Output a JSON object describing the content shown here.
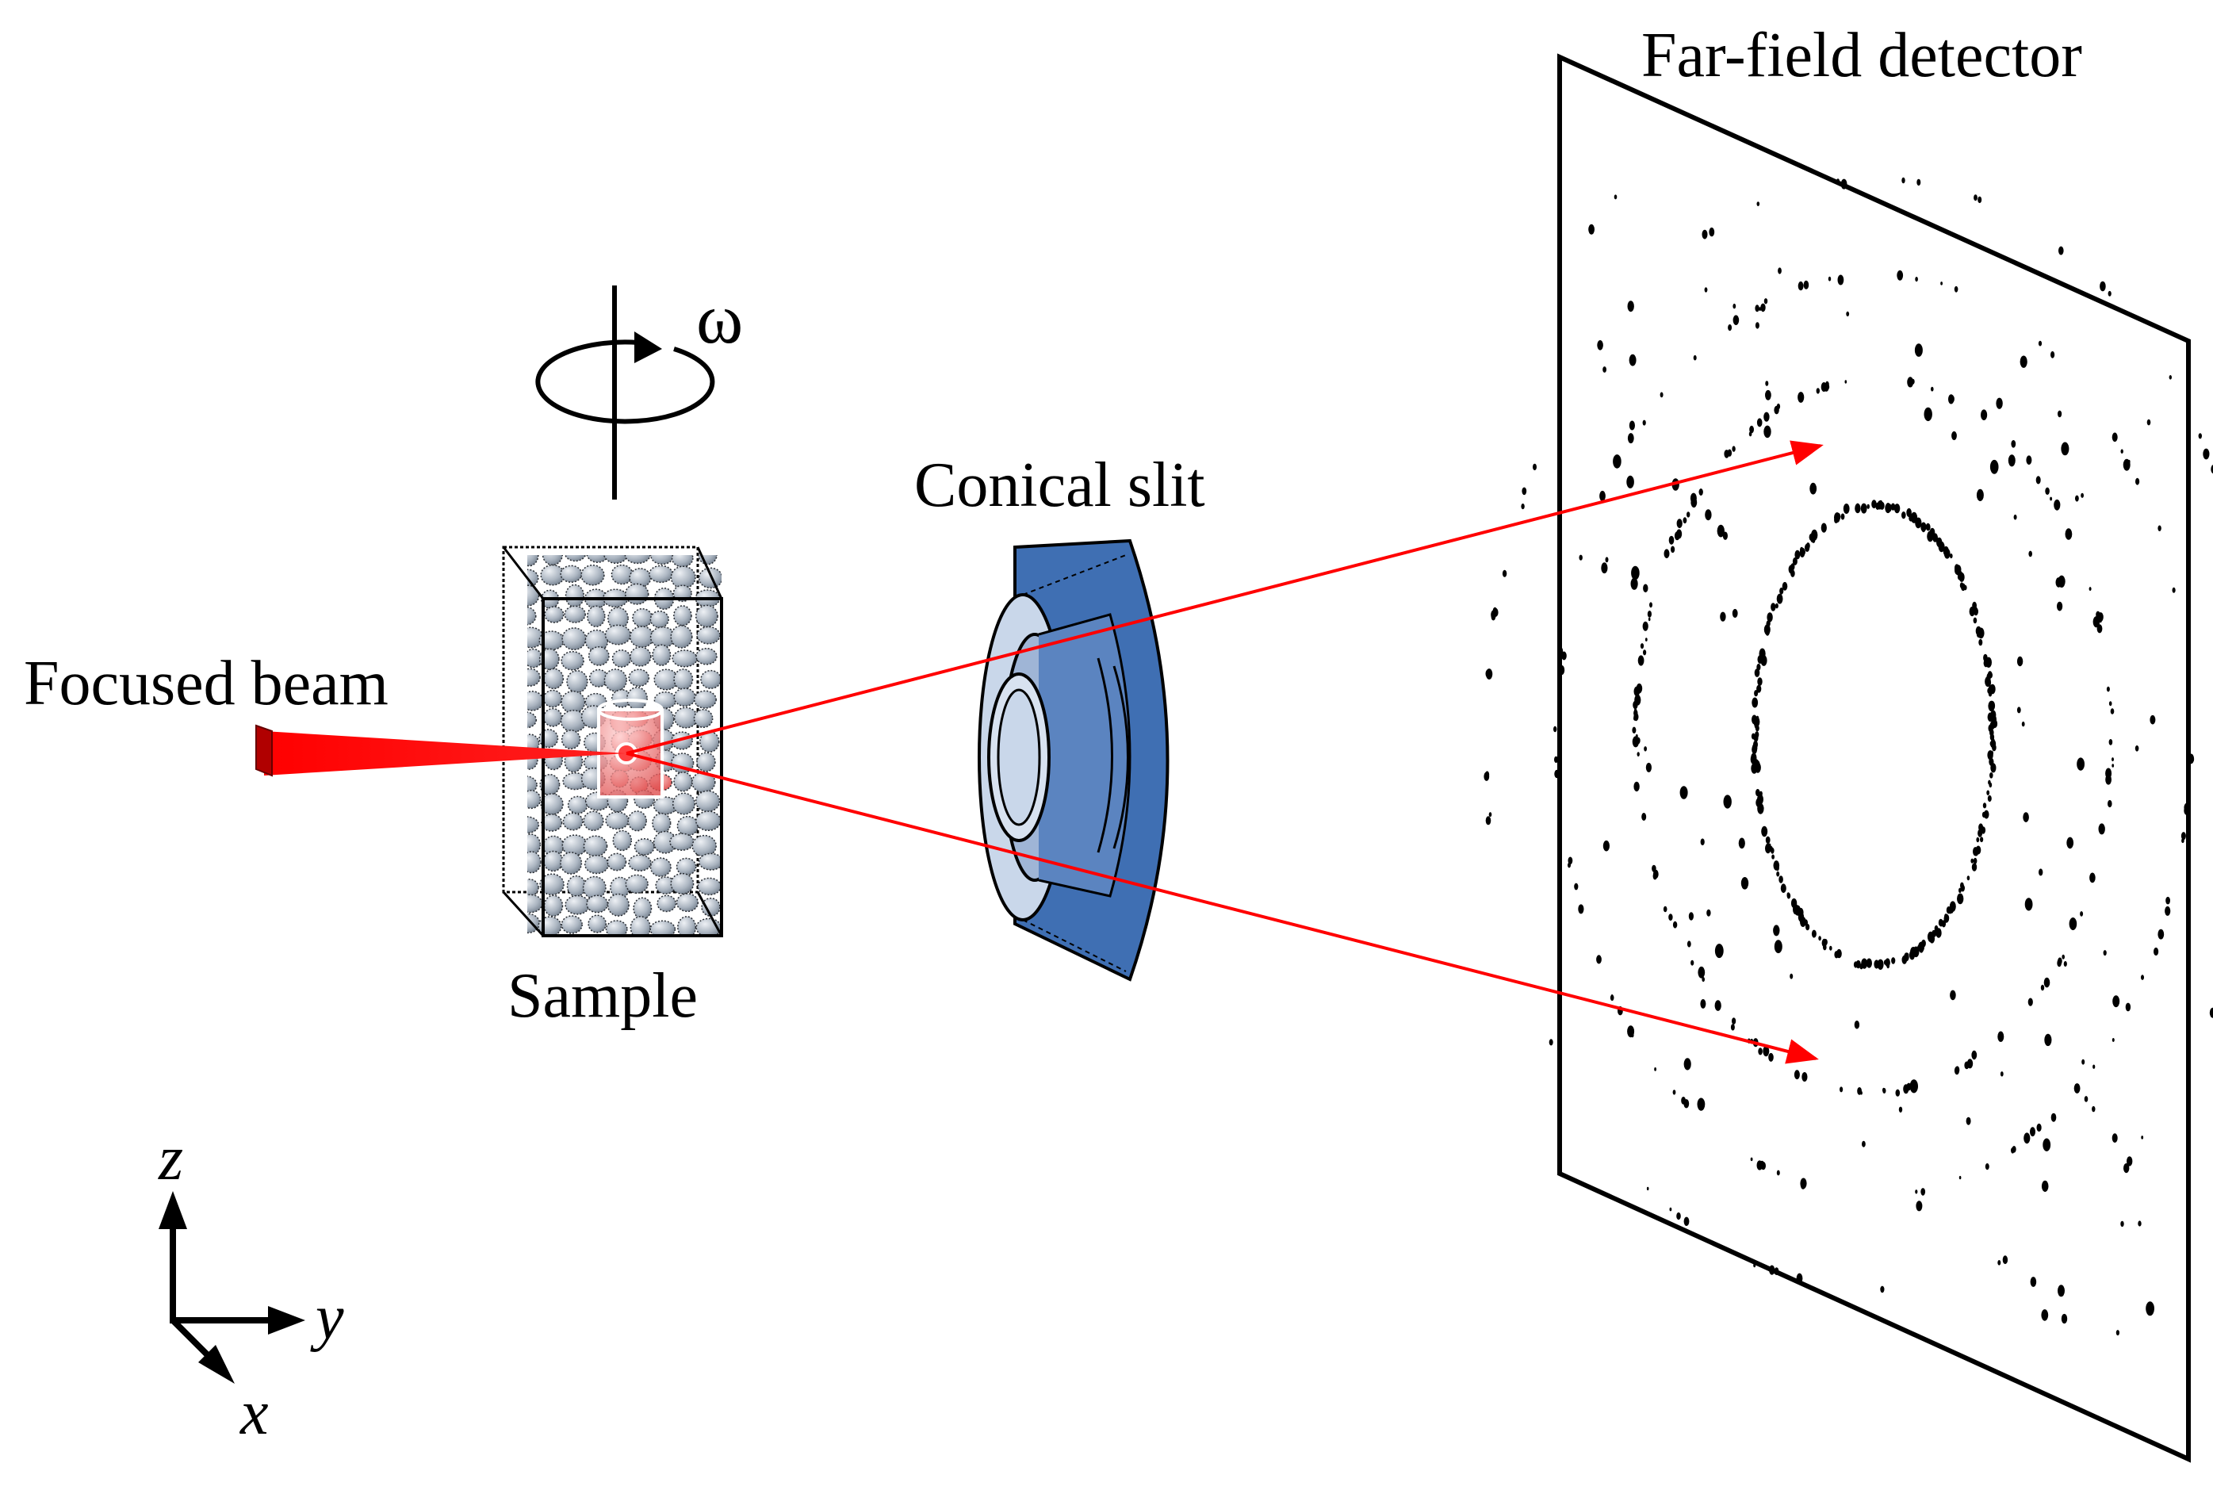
{
  "labels": {
    "detector": "Far-field detector",
    "omega": "ω",
    "slit": "Conical slit",
    "beam": "Focused beam",
    "sample": "Sample"
  },
  "axes": {
    "z": "z",
    "y": "y",
    "x": "x"
  },
  "colors": {
    "beam": "#ff0000",
    "ray": "#ff0000",
    "slit_front": "#c9d7ea",
    "slit_side": "#3f6fb3",
    "grain_fill": "#a9b3bf",
    "grain_highlight": "#f08080",
    "spot": "#000000"
  }
}
